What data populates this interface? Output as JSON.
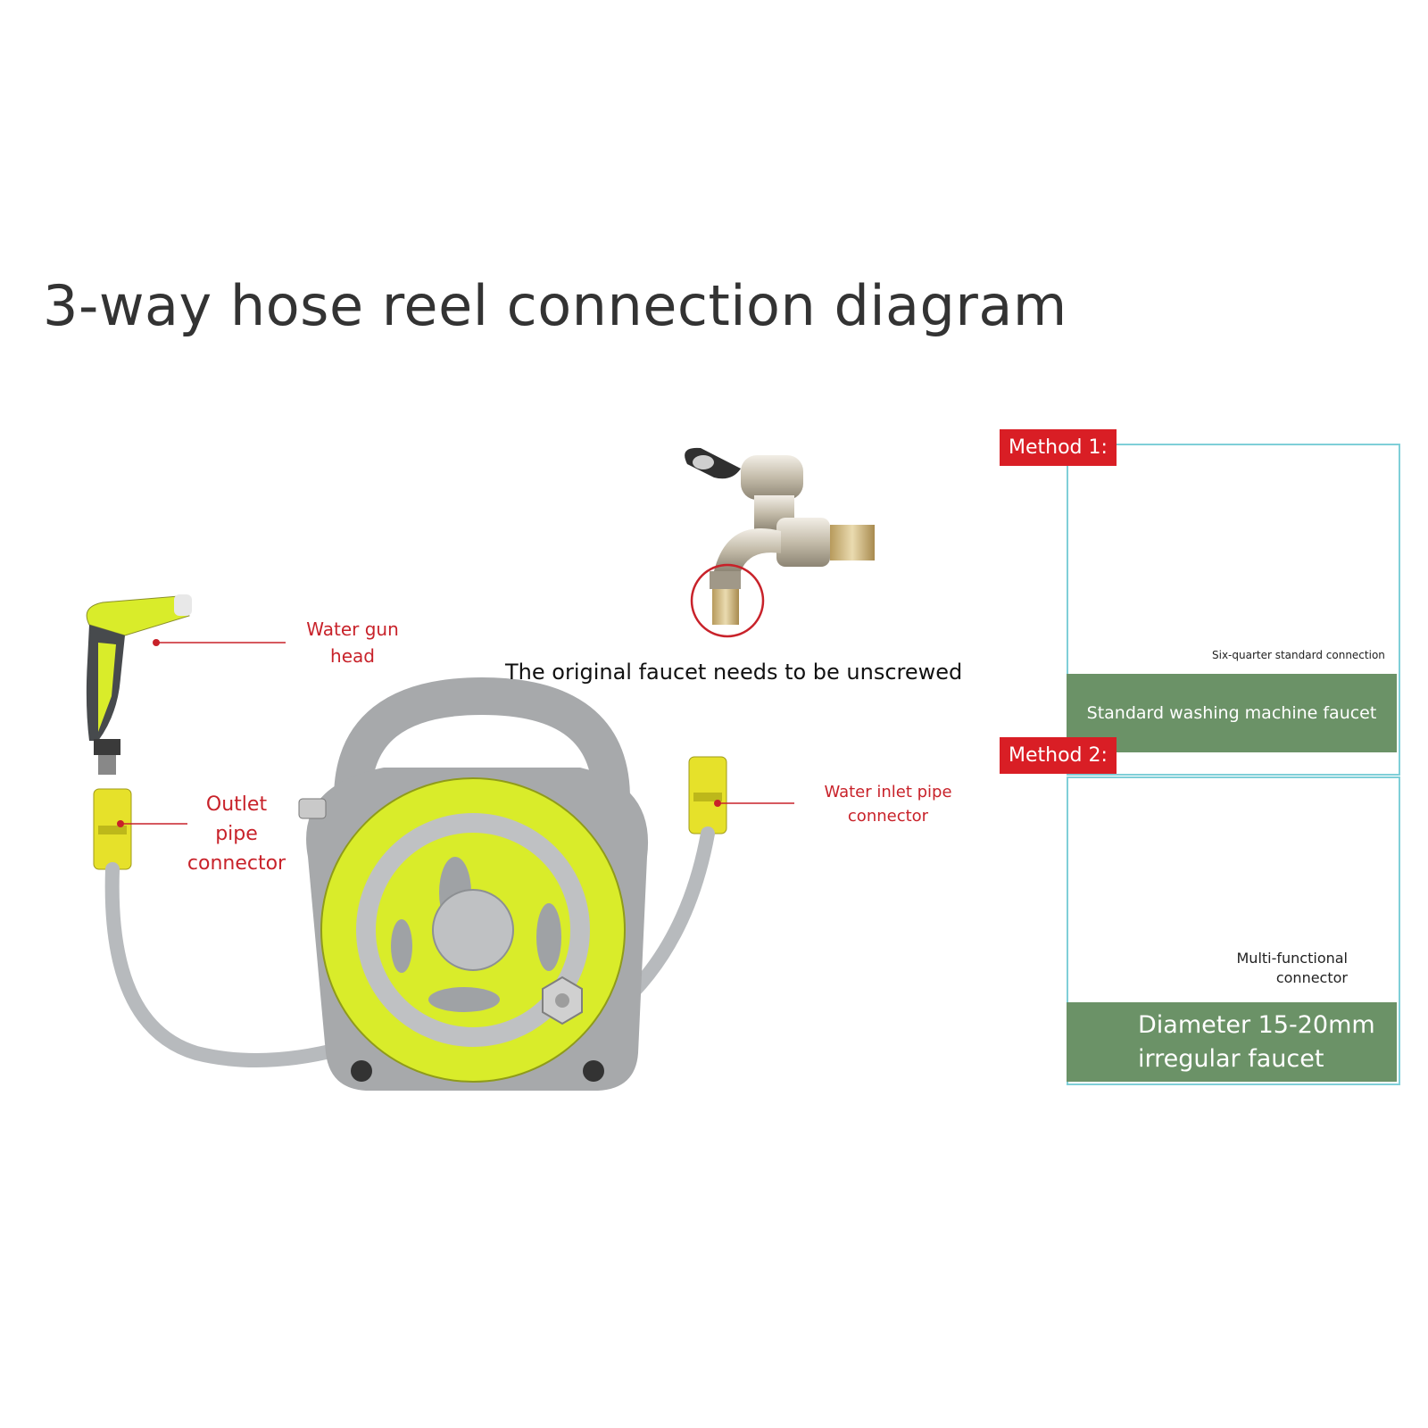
{
  "title": "3-way hose reel connection diagram",
  "labels": {
    "water_gun_head": "Water gun\nhead",
    "outlet_connector": "Outlet\npipe\nconnector",
    "inlet_connector": "Water inlet pipe\nconnector",
    "unscrew_note": "The original faucet needs to be unscrewed"
  },
  "method1": {
    "tag": "Method 1:",
    "connection_note": "Six-quarter standard connection",
    "caption": "Standard washing machine faucet"
  },
  "method2": {
    "tag": "Method 2:",
    "connector_note": "Multi-functional\nconnector",
    "caption_line1": "Diameter 15-20mm",
    "caption_line2": "irregular faucet"
  },
  "colors": {
    "accent_red": "#c8222a",
    "tag_red": "#d91e25",
    "reel_yellow": "#d9ec2a",
    "reel_gray": "#a7a9ab",
    "panel_border": "#7fcfd8",
    "caption_green": "#6b9267",
    "chrome": "#c9c2b4"
  }
}
